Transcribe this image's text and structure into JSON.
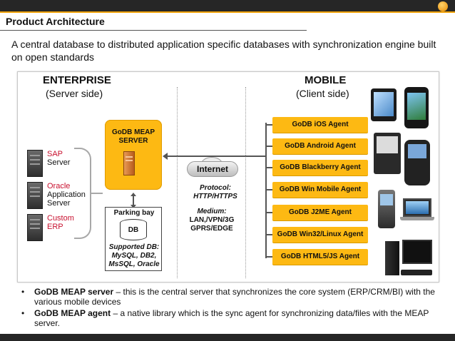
{
  "page_title": "Product Architecture",
  "subtitle": "A  central database to distributed application specific databases with synchronization engine built on open standards",
  "enterprise": {
    "title": "ENTERPRISE",
    "subtitle": "(Server side)"
  },
  "mobile": {
    "title": "MOBILE",
    "subtitle": "(Client side)"
  },
  "servers": [
    {
      "line1": "SAP",
      "line2": "Server",
      "line3": ""
    },
    {
      "line1": "Oracle",
      "line2": "Application",
      "line3": "Server"
    },
    {
      "line1": "Custom",
      "line2": "ERP",
      "line3": ""
    }
  ],
  "meap_server": {
    "line1": "GoDB MEAP",
    "line2": "SERVER"
  },
  "parking_bay": "Parking bay",
  "db_label": "DB",
  "supported_db": {
    "line1": "Supported DB:",
    "line2": "MySQL, DB2,",
    "line3": "MsSQL, Oracle"
  },
  "internet_label": "Internet",
  "protocol": {
    "line1": "Protocol:",
    "line2": "HTTP/HTTPS"
  },
  "medium": {
    "line1": "Medium:",
    "line2": "LAN,/VPN/3G",
    "line3": "GPRS/EDGE"
  },
  "agents": [
    "GoDB iOS Agent",
    "GoDB Android Agent",
    "GoDB Blackberry Agent",
    "GoDB Win Mobile Agent",
    "GoDB J2ME Agent",
    "GoDB Win32/Linux Agent",
    "GoDB HTML5/JS Agent"
  ],
  "bullets": [
    {
      "bold": "GoDB MEAP server",
      "text": " – this is the central server that synchronizes the core system (ERP/CRM/BI) with the various mobile devices"
    },
    {
      "bold": "GoDB MEAP agent",
      "text": " – a native library which is the sync agent for synchronizing data/files with the MEAP server."
    }
  ],
  "bullet_symbol": "•",
  "colors": {
    "accent": "#fdb913",
    "topbar": "#262626",
    "stripe": "#f0a20a",
    "server_red": "#c8102e"
  }
}
